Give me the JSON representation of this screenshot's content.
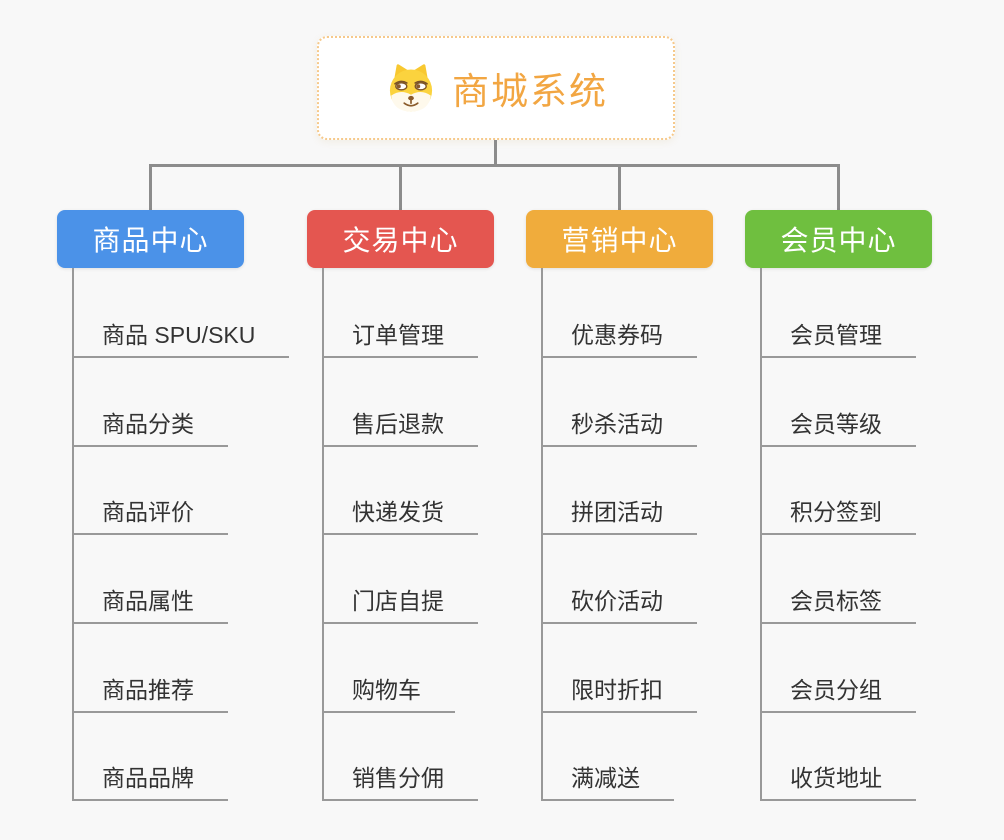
{
  "root": {
    "title": "商城系统",
    "icon": "doge-icon"
  },
  "branches": [
    {
      "label": "商品中心",
      "color": "#4B92E8",
      "children": [
        "商品 SPU/SKU",
        "商品分类",
        "商品评价",
        "商品属性",
        "商品推荐",
        "商品品牌"
      ]
    },
    {
      "label": "交易中心",
      "color": "#E45650",
      "children": [
        "订单管理",
        "售后退款",
        "快递发货",
        "门店自提",
        "购物车",
        "销售分佣"
      ]
    },
    {
      "label": "营销中心",
      "color": "#F0AC3C",
      "children": [
        "优惠券码",
        "秒杀活动",
        "拼团活动",
        "砍价活动",
        "限时折扣",
        "满减送"
      ]
    },
    {
      "label": "会员中心",
      "color": "#6FBF3F",
      "children": [
        "会员管理",
        "会员等级",
        "积分签到",
        "会员标签",
        "会员分组",
        "收货地址"
      ]
    }
  ],
  "colors": {
    "background": "#F8F8F8",
    "connector_line": "#8C8C8C",
    "leaf_line": "#999999",
    "leaf_text": "#333333",
    "root_text": "#F2A642",
    "root_border": "#F6C98B"
  }
}
